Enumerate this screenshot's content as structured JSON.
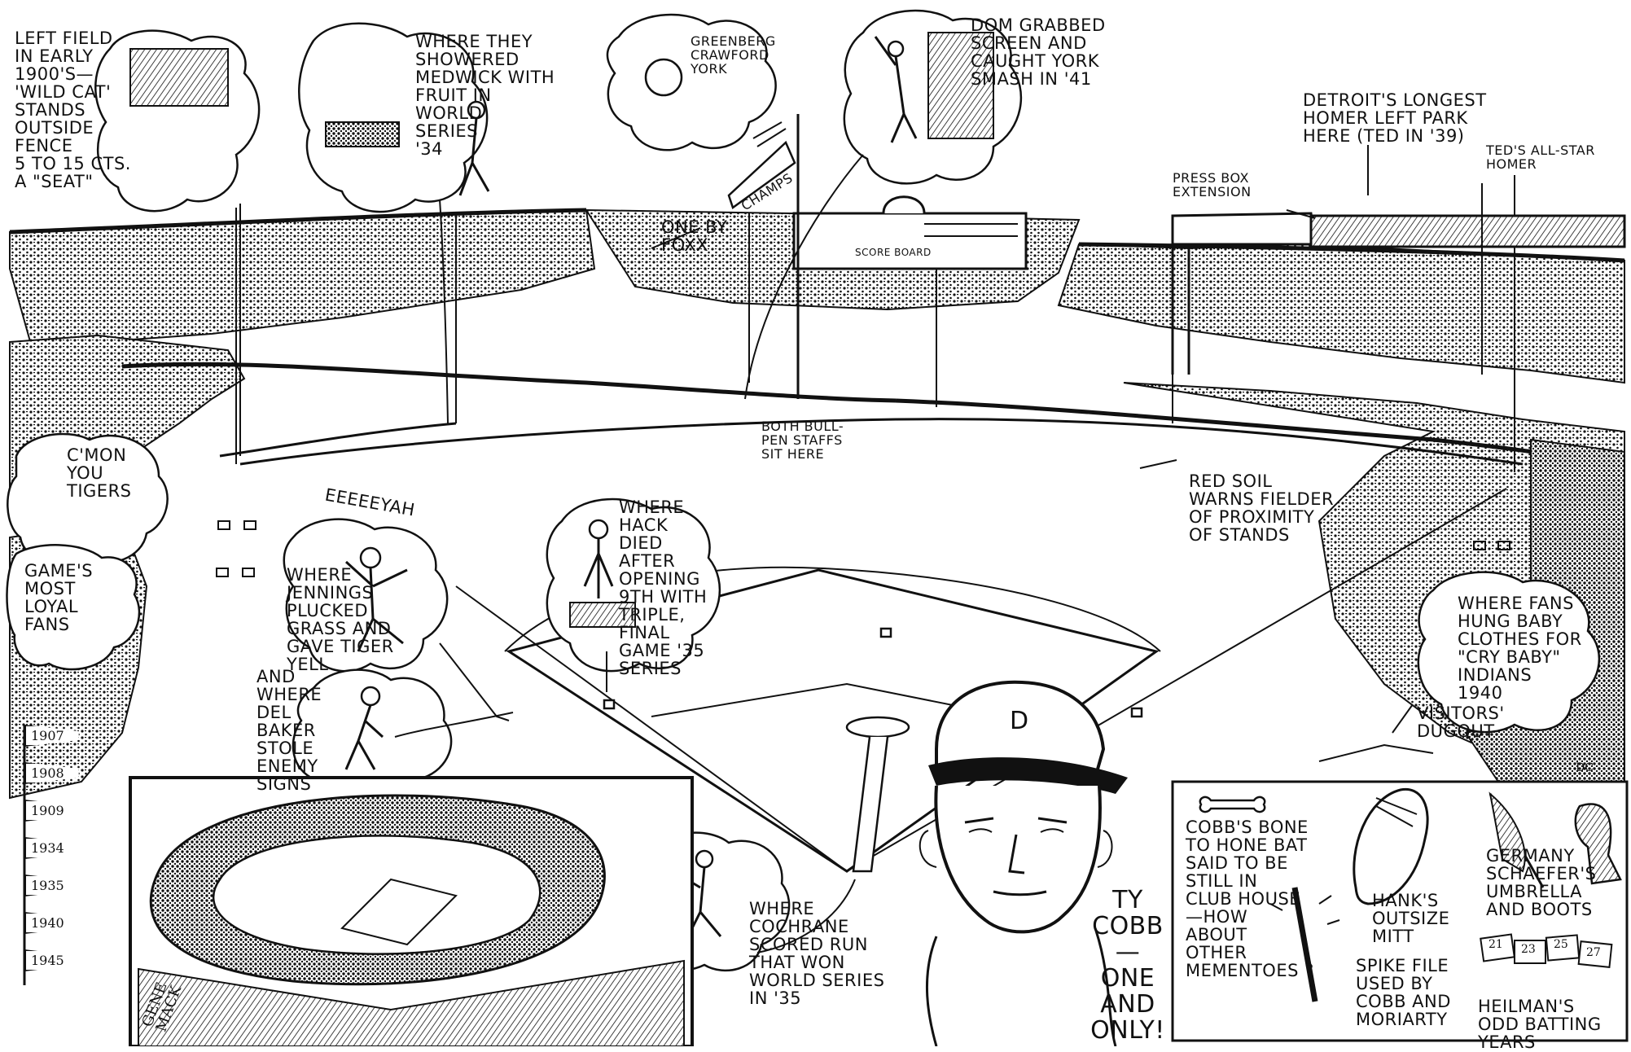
{
  "captions": {
    "left_field": "LEFT FIELD\nIN EARLY\n1900'S—\n'WILD CAT'\nSTANDS\nOUTSIDE\nFENCE\n5 TO 15 CTS.\nA \"SEAT\"",
    "medwick": "WHERE THEY\nSHOWERED\nMEDWICK WITH\nFRUIT IN\nWORLD\nSERIES\n'34",
    "greenberg": "GREENBERG\nCRAWFORD\nYORK",
    "dom": "DOM GRABBED\nSCREEN AND\nCAUGHT YORK\nSMASH IN '41",
    "detroit_homer": "DETROIT'S LONGEST\nHOMER LEFT PARK\nHERE (TED IN '39)",
    "press_box": "PRESS BOX\nEXTENSION",
    "teds_allstar": "TED'S ALL-STAR\nHOMER",
    "foxx": "ONE BY\nFOXX",
    "champs": "CHAMPS",
    "scoreboard": "SCORE BOARD",
    "bullpen": "BOTH BULL-\nPEN STAFFS\nSIT HERE",
    "red_soil": "RED SOIL\nWARNS FIELDER\nOF PROXIMITY\nOF STANDS",
    "cmon": "C'MON\nYOU\nTIGERS",
    "loyal": "GAME'S\nMOST\nLOYAL\nFANS",
    "eeeyah": "EEEEEYAH",
    "jennings": "WHERE\nJENNINGS\nPLUCKED\nGRASS AND\nGAVE TIGER\nYELL",
    "delbaker": "AND\nWHERE\nDEL BAKER\nSTOLE\nENEMY\nSIGNS",
    "hack": "WHERE\nHACK\nDIED\nAFTER\nOPENING\n9TH WITH\nTRIPLE,\nFINAL\nGAME '35\nSERIES",
    "cry_baby": "WHERE FANS\nHUNG BABY\nCLOTHES FOR\n\"CRY BABY\"\nINDIANS\n1940",
    "visitors": "VISITORS'\nDUGOUT",
    "cochrane": "WHERE\nCOCHRANE\nSCORED RUN\nTHAT WON\nWORLD SERIES\nIN '35",
    "ty_cobb": "TY\nCOBB\n—\nONE\nAND\nONLY!",
    "cobb_bone": "COBB'S BONE\nTO HONE BAT\nSAID TO BE\nSTILL IN\nCLUB HOUSE\n—HOW\nABOUT\nOTHER\nMEMENTOES ?",
    "hanks_mitt": "HANK'S\nOUTSIZE\nMITT",
    "schaefer": "GERMANY\nSCHAEFER'S\nUMBRELLA\nAND BOOTS",
    "spike_file": "SPIKE FILE\nUSED BY\nCOBB AND\nMORIARTY",
    "heilman": "HEILMAN'S\nODD BATTING\nYEARS",
    "cap_letter": "D",
    "signature": "GENE\nMACK",
    "corner_mark": "DC"
  },
  "pennants": [
    "1907",
    "1908",
    "1909",
    "1934",
    "1935",
    "1940",
    "1945"
  ],
  "heilman_years": [
    "21",
    "23",
    "25",
    "27"
  ]
}
